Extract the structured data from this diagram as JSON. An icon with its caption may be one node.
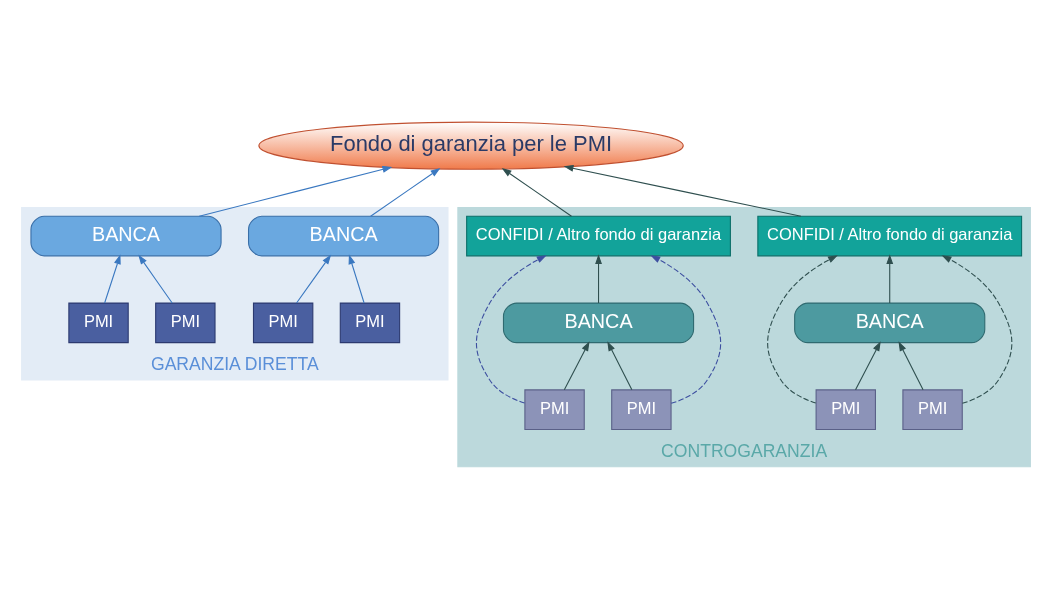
{
  "diagram": {
    "nodes": [
      {
        "text": [
          "Fondo di garanzia per le PMI"
        ]
      },
      {
        "text": [
          "GARANZIA DIRETTA"
        ]
      },
      {
        "text": [
          "BANCA"
        ],
        "in": 1
      },
      {
        "text": [
          "BANCA"
        ],
        "in": 1
      },
      {
        "text": [
          "PMI"
        ],
        "in": 1
      },
      {
        "text": [
          "PMI"
        ],
        "in": 1
      },
      {
        "text": [
          "PMI"
        ],
        "in": 1
      },
      {
        "text": [
          "PMI"
        ],
        "in": 1
      },
      {
        "text": [
          "CONTROGARANZIA"
        ]
      },
      {
        "text": [
          "CONFIDI / Altro fondo di garanzia"
        ],
        "in": 8
      },
      {
        "text": [
          "CONFIDI / Altro fondo di garanzia"
        ],
        "in": 8
      },
      {
        "text": [
          "BANCA"
        ],
        "in": 8
      },
      {
        "text": [
          "BANCA"
        ],
        "in": 8
      },
      {
        "text": [
          "PMI"
        ],
        "in": 8
      },
      {
        "text": [
          "PMI"
        ],
        "in": 8
      },
      {
        "text": [
          "PMI"
        ],
        "in": 8
      },
      {
        "text": [
          "PMI"
        ],
        "in": 8
      }
    ],
    "edges": [
      {
        "from": 2,
        "to": 0,
        "arrow": "to",
        "color": "#3a78c0"
      },
      {
        "from": 3,
        "to": 0,
        "arrow": "to",
        "color": "#3a78c0"
      },
      {
        "from": 9,
        "to": 0,
        "arrow": "to"
      },
      {
        "from": 10,
        "to": 0,
        "arrow": "to"
      },
      {
        "from": 4,
        "to": 2,
        "arrow": "to",
        "color": "#3a78c0"
      },
      {
        "from": 5,
        "to": 2,
        "arrow": "to",
        "color": "#3a78c0"
      },
      {
        "from": 6,
        "to": 3,
        "arrow": "to",
        "color": "#3a78c0"
      },
      {
        "from": 7,
        "to": 3,
        "arrow": "to",
        "color": "#3a78c0"
      },
      {
        "from": 11,
        "to": 9,
        "arrow": "to"
      },
      {
        "from": 12,
        "to": 10,
        "arrow": "to"
      },
      {
        "from": 13,
        "to": 11,
        "arrow": "to"
      },
      {
        "from": 14,
        "to": 11,
        "arrow": "to"
      },
      {
        "from": 15,
        "to": 12,
        "arrow": "to"
      },
      {
        "from": 16,
        "to": 12,
        "arrow": "to"
      },
      {
        "from": 13,
        "to": 9,
        "arrow": "to",
        "style": "dashed"
      },
      {
        "from": 14,
        "to": 9,
        "arrow": "to",
        "style": "dashed"
      },
      {
        "from": 15,
        "to": 10,
        "arrow": "to",
        "style": "dashed",
        "color": "#3d4fa0"
      },
      {
        "from": 16,
        "to": 10,
        "arrow": "to",
        "style": "dashed",
        "color": "#3d4fa0"
      }
    ]
  }
}
